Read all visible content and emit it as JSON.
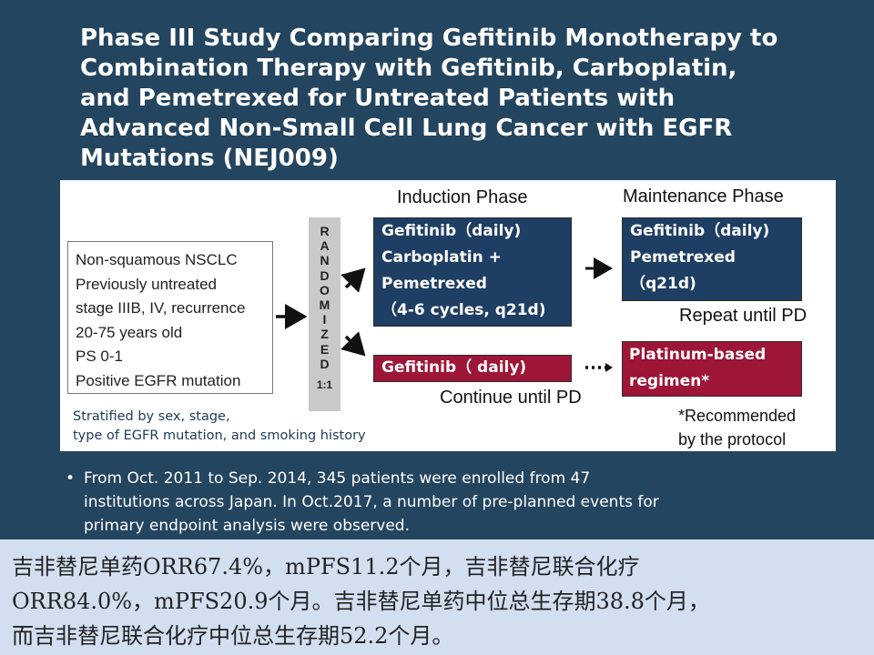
{
  "title": {
    "lines": [
      "Phase III Study Comparing Gefitinib Monotherapy to",
      "Combination Therapy with Gefitinib, Carboplatin,",
      "and Pemetrexed for Untreated Patients with",
      "Advanced Non-Small Cell Lung Cancer with EGFR",
      "Mutations (NEJ009)"
    ]
  },
  "diagram": {
    "induction_label": "Induction Phase",
    "maintenance_label": "Maintenance Phase",
    "criteria": [
      "Non-squamous NSCLC",
      "Previously untreated",
      "stage IIIB, IV, recurrence",
      "20-75 years old",
      "PS 0-1",
      "Positive EGFR mutation"
    ],
    "randomize_letters": [
      "R",
      "A",
      "N",
      "D",
      "O",
      "M",
      "I",
      "Z",
      "E",
      "D"
    ],
    "randomize_ratio": "1:1",
    "combo_induction": [
      "Gefitinib（daily)",
      "Carboplatin +",
      "Pemetrexed",
      "（4-6 cycles, q21d)"
    ],
    "combo_maintenance": [
      "Gefitinib（daily)",
      "Pemetrexed",
      "（q21d)"
    ],
    "repeat_until": "Repeat until PD",
    "mono_induction": "Gefitinib（ daily)",
    "continue_until": "Continue until PD",
    "mono_post": [
      "Platinum-based",
      "regimen*"
    ],
    "stratified": [
      "Stratified by sex, stage,",
      "type of EGFR mutation, and smoking history"
    ],
    "note": [
      "*Recommended",
      "by the protocol"
    ],
    "colors": {
      "combo_box": "#1f3e63",
      "mono_box": "#9d1537",
      "randomize_bar": "#c9c9c9"
    }
  },
  "bullet": {
    "symbol": "•",
    "lines": [
      "From Oct. 2011 to Sep. 2014, 345 patients were enrolled from 47",
      "institutions across Japan. In Oct.2017, a number of pre-planned events for",
      "primary endpoint analysis were observed."
    ]
  },
  "summary": {
    "lines": [
      "吉非替尼单药ORR67.4%，mPFS11.2个月，吉非替尼联合化疗",
      "ORR84.0%，mPFS20.9个月。吉非替尼单药中位总生存期38.8个月，",
      "而吉非替尼联合化疗中位总生存期52.2个月。"
    ]
  },
  "colors": {
    "background": "#24455f",
    "summary_background": "#d2dff0"
  }
}
